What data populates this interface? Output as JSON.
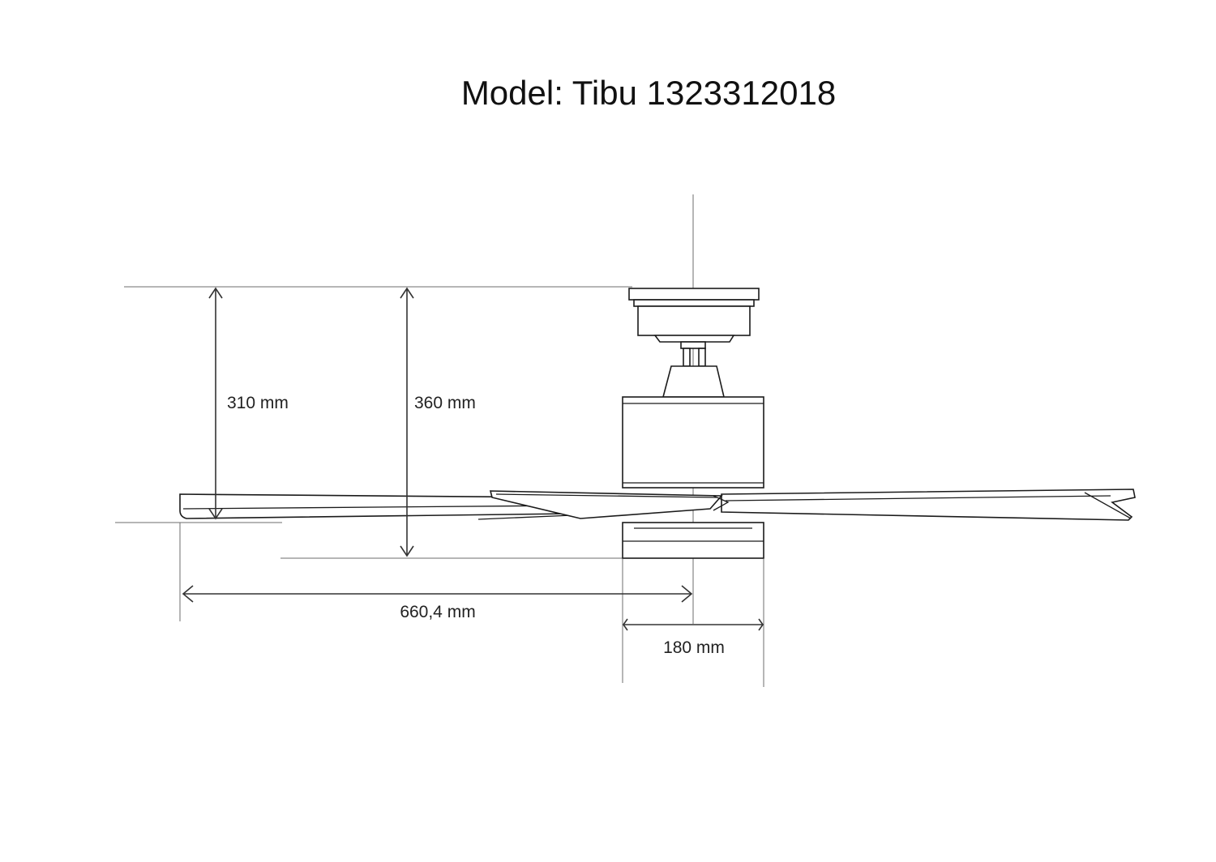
{
  "title": "Model: Tibu 1323312018",
  "dimensions": {
    "height_blade": "310 mm",
    "height_total": "360 mm",
    "blade_radius": "660,4 mm",
    "body_width": "180 mm"
  },
  "colors": {
    "line": "#1b1b1b",
    "dimension": "#6e6e6e",
    "background": "#ffffff"
  }
}
